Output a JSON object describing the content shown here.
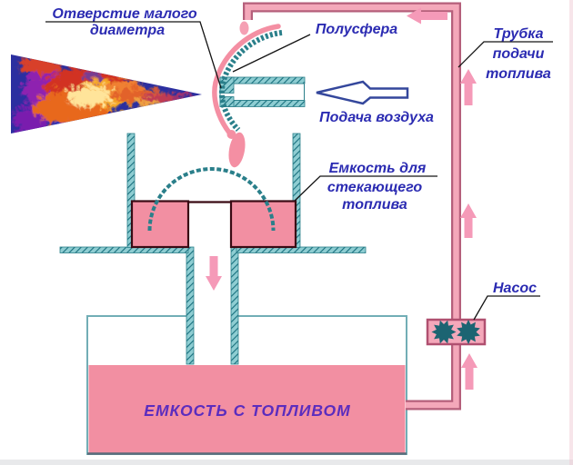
{
  "labels": {
    "small_hole_line1": "Отверстие малого",
    "small_hole_line2": "диаметра",
    "hemisphere": "Полусфера",
    "fuel_tube_line1": "Трубка",
    "fuel_tube_line2": "подачи",
    "fuel_tube_line3": "топлива",
    "air_supply": "Подача воздуха",
    "drain_line1": "Емкость для",
    "drain_line2": "стекающего",
    "drain_line3": "топлива",
    "pump": "Насос",
    "tank": "ЕМКОСТЬ С ТОПЛИВОМ"
  },
  "colors": {
    "metal_teal": "#2a7f8a",
    "hatch_fill": "#8ecdd2",
    "fuel_pink": "#f28fa2",
    "tube_fill": "#f4a8ba",
    "tube_border": "#b55f7b",
    "arrow_pink": "#f59ab8",
    "label_blue": "#2b2bb2",
    "tank_label_purple": "#5b2dbe",
    "air_arrow_blue": "#34479c",
    "gear_teal": "#1c6472",
    "container_outline": "#3a0a14"
  }
}
